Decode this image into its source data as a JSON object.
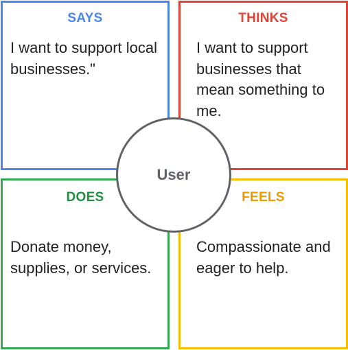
{
  "quadrants": {
    "says": {
      "title": "SAYS",
      "text": "I want to support local businesses.\"",
      "color": "#4a86e8"
    },
    "thinks": {
      "title": "THINKS",
      "text": "I want to support businesses that mean something to me.",
      "color": "#db4437"
    },
    "does": {
      "title": "DOES",
      "text": "Donate money, supplies, or services.",
      "color": "#34a853",
      "title_color": "#1e8e3e"
    },
    "feels": {
      "title": "FEELS",
      "text": "Compassionate and eager to help.",
      "color": "#fbbc04",
      "title_color": "#f29900"
    }
  },
  "center": {
    "label": "User",
    "color": "#5f6368"
  }
}
